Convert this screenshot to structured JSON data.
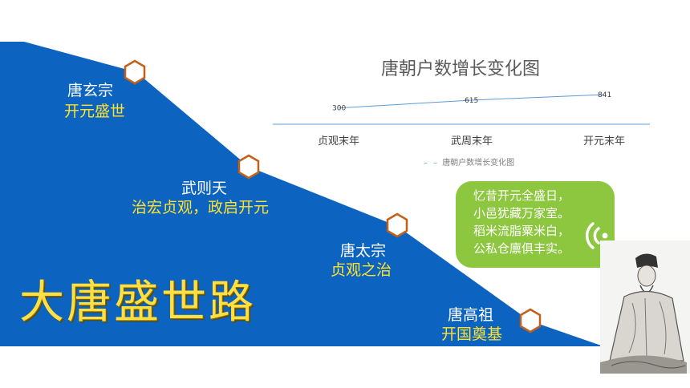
{
  "slide_title": "大唐盛世路",
  "milestones": [
    {
      "name": "唐玄宗",
      "subtitle": "开元盛世"
    },
    {
      "name": "武则天",
      "subtitle": "治宏贞观，政启开元"
    },
    {
      "name": "唐太宗",
      "subtitle": "贞观之治"
    },
    {
      "name": "唐高祖",
      "subtitle": "开国奠基"
    }
  ],
  "colors": {
    "slope_blue": "#0c64c0",
    "hexagon_border": "#c0601a",
    "subtitle_yellow": "#ffe22e",
    "line_blue": "#5b9bd5",
    "bubble_green": "#8dc63f"
  },
  "chart_data": {
    "type": "line",
    "title": "唐朝户数增长变化图",
    "categories": [
      "贞观末年",
      "武周末年",
      "开元末年"
    ],
    "series": [
      {
        "name": "唐朝户数增长变化图",
        "values": [
          300,
          615,
          841
        ]
      }
    ],
    "data_labels": [
      "300",
      "615",
      "841"
    ],
    "grid": false,
    "legend": "bottom"
  },
  "poem": {
    "lines": [
      "忆昔开元全盛日，",
      "小邑犹藏万家室。",
      "稻米流脂粟米白，",
      "公私仓廪俱丰实。"
    ]
  },
  "icons": {
    "bubble_icon": "sound-wave-icon",
    "portrait": "scholar-portrait"
  }
}
